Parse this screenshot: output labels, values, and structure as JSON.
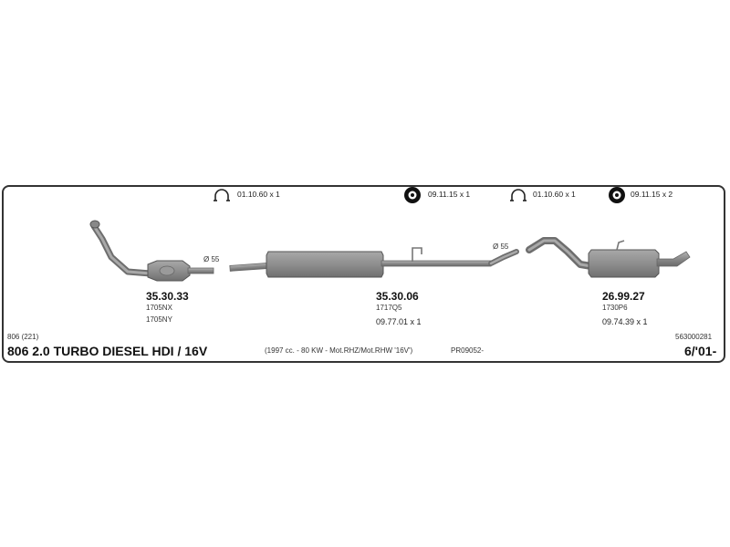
{
  "hardware": [
    {
      "icon": "clamp-icon",
      "label": "01.10.60 x 1"
    },
    {
      "icon": "rubber-ring-icon",
      "label": "09.11.15 x 1"
    },
    {
      "icon": "clamp-icon",
      "label": "01.10.60 x 1"
    },
    {
      "icon": "rubber-ring-icon",
      "label": "09.11.15 x 2"
    }
  ],
  "diameters": [
    "Ø 55",
    "Ø 55"
  ],
  "parts": [
    {
      "number": "35.30.33",
      "refs": [
        "1705NX",
        "1705NY"
      ],
      "extra": ""
    },
    {
      "number": "35.30.06",
      "refs": [
        "1717Q5"
      ],
      "extra": "09.77.01 x 1"
    },
    {
      "number": "26.99.27",
      "refs": [
        "1730P6"
      ],
      "extra": "09.74.39 x 1"
    }
  ],
  "vehicle": {
    "model_code": "806 (221)",
    "title": "806  2.0 TURBO DIESEL HDI / 16V",
    "spec": "(1997 cc. - 80 KW - Mot.RHZ/Mot.RHW '16V')",
    "catalog_code": "PR09052-",
    "doc_number": "563000281",
    "date": "6/'01-"
  },
  "colors": {
    "pipe": "#8c8c8c",
    "pipe_dark": "#6e6e6e",
    "border": "#333333"
  }
}
